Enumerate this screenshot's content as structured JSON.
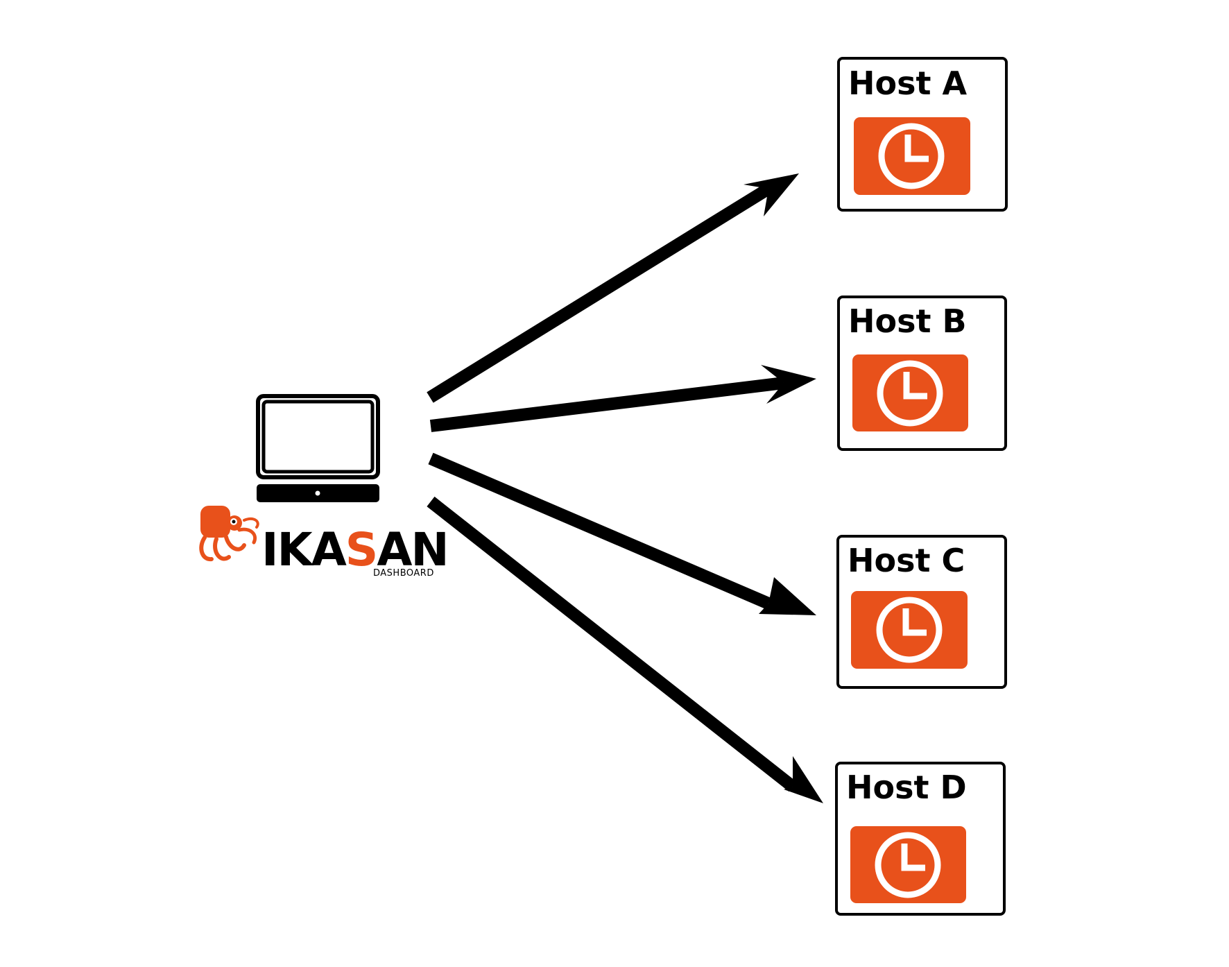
{
  "colors": {
    "accent": "#e8511b",
    "stroke": "#000000",
    "background": "#ffffff"
  },
  "client": {
    "icon": "laptop-icon",
    "logo": {
      "word_prefix": "IKA",
      "word_accent": "S",
      "word_suffix": "AN",
      "subtitle": "DASHBOARD",
      "mascot": "octopus-mascot-icon"
    }
  },
  "hosts": [
    {
      "label": "Host A",
      "icon": "clock-icon"
    },
    {
      "label": "Host B",
      "icon": "clock-icon"
    },
    {
      "label": "Host C",
      "icon": "clock-icon"
    },
    {
      "label": "Host D",
      "icon": "clock-icon"
    }
  ]
}
